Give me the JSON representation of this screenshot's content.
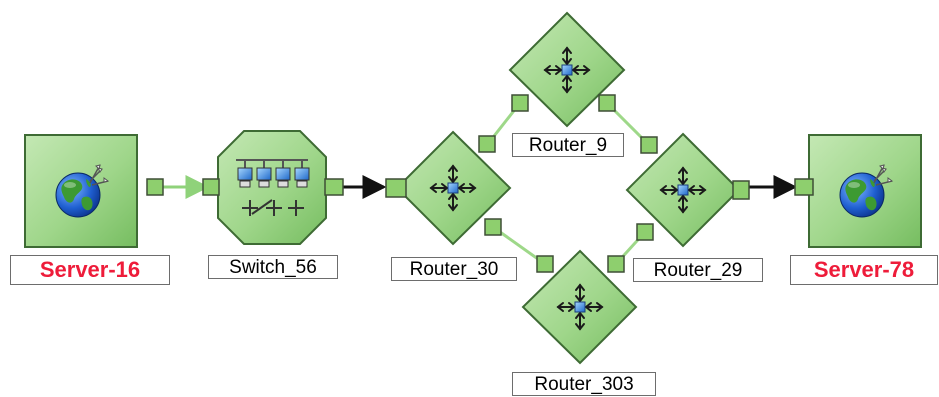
{
  "colors": {
    "node_fill": "#9fd68a",
    "node_fill_dark": "#72b85e",
    "node_stroke": "#3e6b34",
    "port_fill": "#8ecf6e",
    "link_color": "#9ed889",
    "arrow_color": "#111111",
    "server_label_color": "#ee1c3a"
  },
  "nodes": {
    "server_16": {
      "label": "Server-16",
      "type": "server",
      "icon": "globe-network-icon"
    },
    "switch_56": {
      "label": "Switch_56",
      "type": "switch",
      "icon": "switch-computers-icon"
    },
    "router_30": {
      "label": "Router_30",
      "type": "router",
      "icon": "router-arrows-icon"
    },
    "router_9": {
      "label": "Router_9",
      "type": "router",
      "icon": "router-arrows-icon"
    },
    "router_303": {
      "label": "Router_303",
      "type": "router",
      "icon": "router-arrows-icon"
    },
    "router_29": {
      "label": "Router_29",
      "type": "router",
      "icon": "router-arrows-icon"
    },
    "server_78": {
      "label": "Server-78",
      "type": "server",
      "icon": "globe-network-icon"
    }
  },
  "links": [
    {
      "from": "Server-16",
      "to": "Switch_56",
      "style": "green-arrow"
    },
    {
      "from": "Switch_56",
      "to": "Router_30",
      "style": "black-arrow"
    },
    {
      "from": "Router_30",
      "to": "Router_9",
      "style": "green-line"
    },
    {
      "from": "Router_30",
      "to": "Router_303",
      "style": "green-line"
    },
    {
      "from": "Router_9",
      "to": "Router_29",
      "style": "green-line"
    },
    {
      "from": "Router_303",
      "to": "Router_29",
      "style": "green-line"
    },
    {
      "from": "Router_29",
      "to": "Server-78",
      "style": "black-arrow"
    }
  ]
}
